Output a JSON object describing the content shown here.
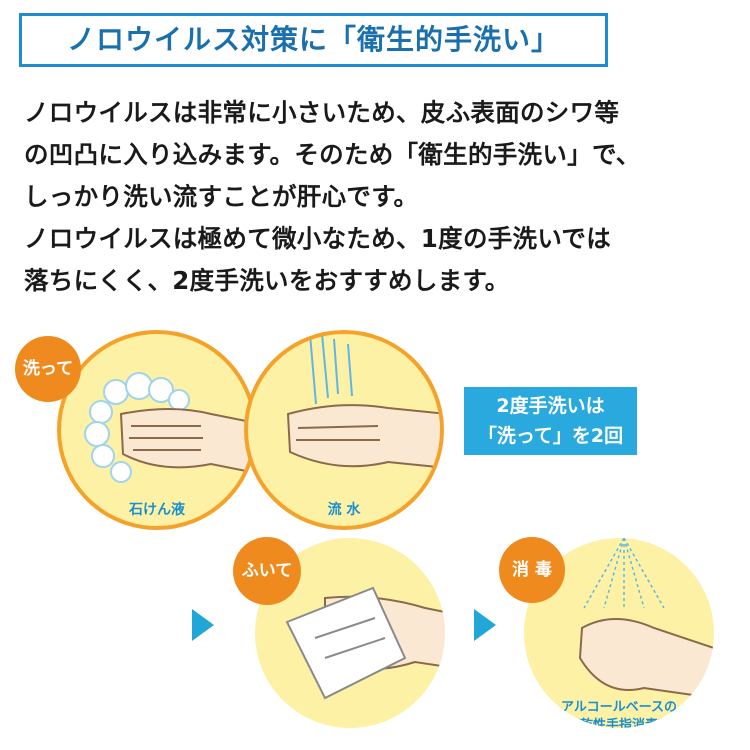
{
  "title": "ノロウイルス対策に「衛生的手洗い」",
  "body_text": "ノロウイルスは非常に小さいため、皮ふ表面のシワ等\nの凹凸に入り込みます。そのため「衛生的手洗い」で、\nしっかり洗い流すことが肝心です。\nノロウイルスは極めて微小なため、1度の手洗いでは\n落ちにくく、2度手洗いをおすすめします。",
  "steps": {
    "wash": {
      "badge": "洗って",
      "caption_soap": "石けん液",
      "caption_water": "流 水"
    },
    "wipe": {
      "badge": "ふいて"
    },
    "disinfect": {
      "badge": "消 毒",
      "caption_line1": "アルコールベースの",
      "caption_line2": "速乾性手指消毒剤"
    }
  },
  "note": {
    "line1": "2度手洗いは",
    "line2": "「洗って」を2回"
  },
  "colors": {
    "accent_blue": "#1f8bd0",
    "orange": "#ef8a1f",
    "circle_fill": "#fdf1a6",
    "arrow": "#21a6d8"
  }
}
